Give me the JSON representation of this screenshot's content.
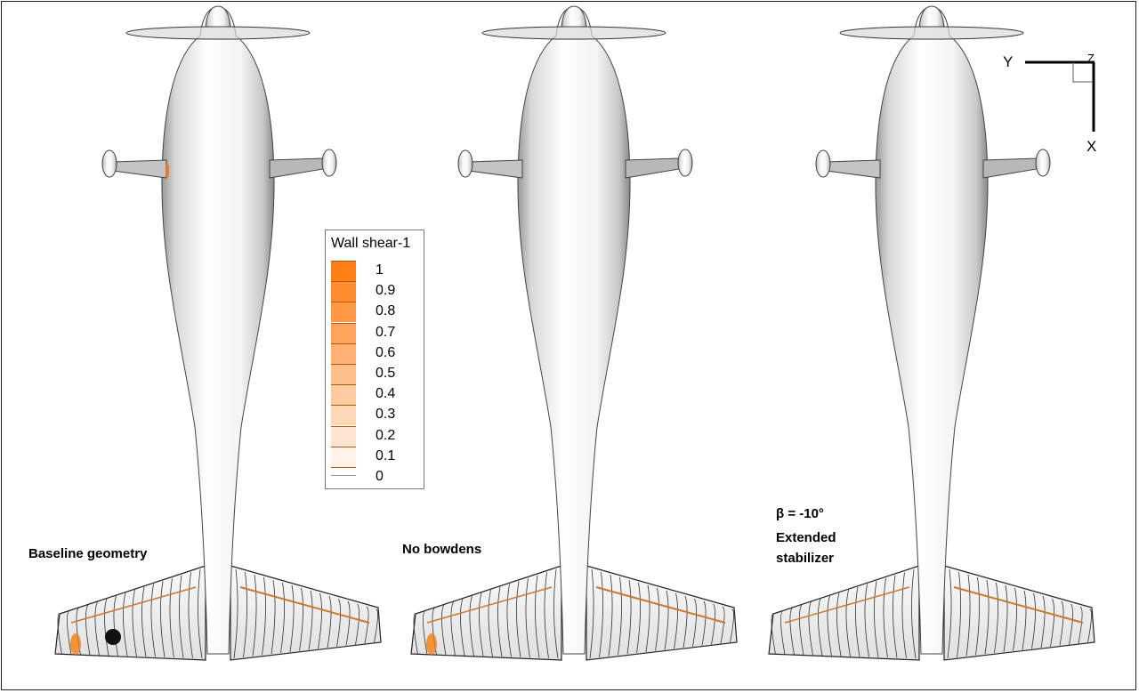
{
  "panels": [
    {
      "label_lines": [
        "Baseline geometry"
      ]
    },
    {
      "label_lines": [
        "No bowdens"
      ]
    },
    {
      "label_lines": [
        "β = -10°",
        "Extended stabilizer"
      ]
    }
  ],
  "legend": {
    "title": "Wall shear-1",
    "levels": [
      "1",
      "0.9",
      "0.8",
      "0.7",
      "0.6",
      "0.5",
      "0.4",
      "0.3",
      "0.2",
      "0.1",
      "0"
    ],
    "color_max": "#f47f17",
    "color_min": "#ffffff"
  },
  "axes_triad": {
    "y": "Y",
    "z": "Z",
    "x": "X"
  }
}
